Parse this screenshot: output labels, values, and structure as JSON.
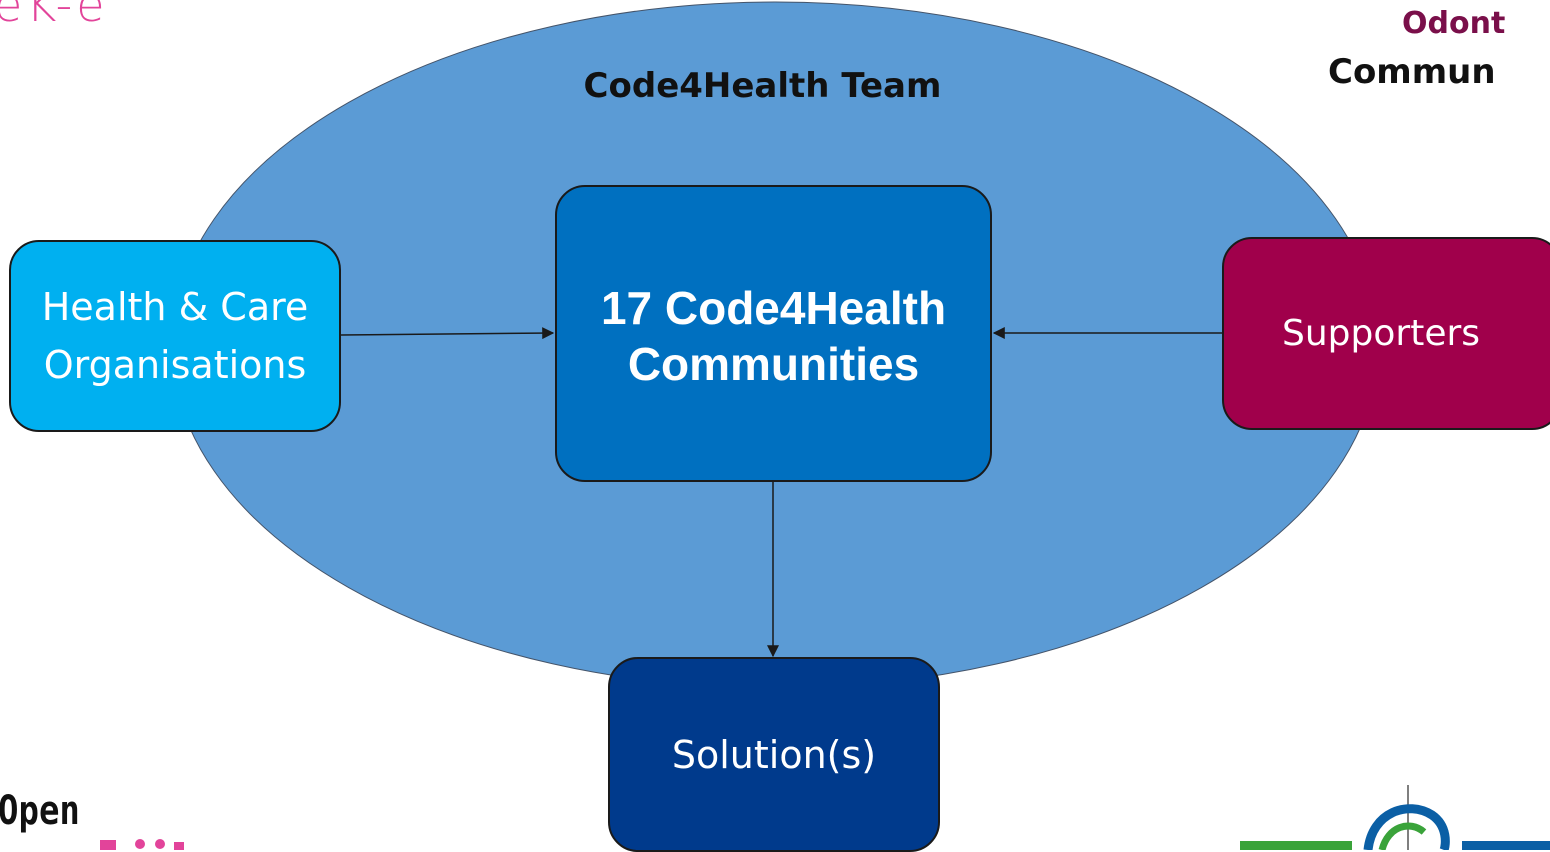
{
  "diagram": {
    "team_title": "Code4Health Team",
    "nodes": {
      "health_orgs": "Health & Care\nOrganisations",
      "communities": "17 Code4Health\nCommunities",
      "supporters": "Supporters",
      "solution": "Solution(s)"
    },
    "edges": [
      {
        "from": "health_orgs",
        "to": "communities"
      },
      {
        "from": "supporters",
        "to": "communities"
      },
      {
        "from": "communities",
        "to": "solution"
      }
    ]
  },
  "logos": {
    "top_left": "eK-e",
    "top_right_line1": "Odont",
    "top_right_line2": "Commun",
    "bottom_left": "Open"
  },
  "colors": {
    "team_ellipse": "#5b9bd5",
    "health_orgs": "#00b0f0",
    "communities": "#0070c0",
    "supporters": "#a0004b",
    "solution": "#003a8c",
    "partial_logo_green": "#3aa33a",
    "partial_logo_blue": "#0b5fa5",
    "partial_logo_pink": "#e2449a"
  }
}
